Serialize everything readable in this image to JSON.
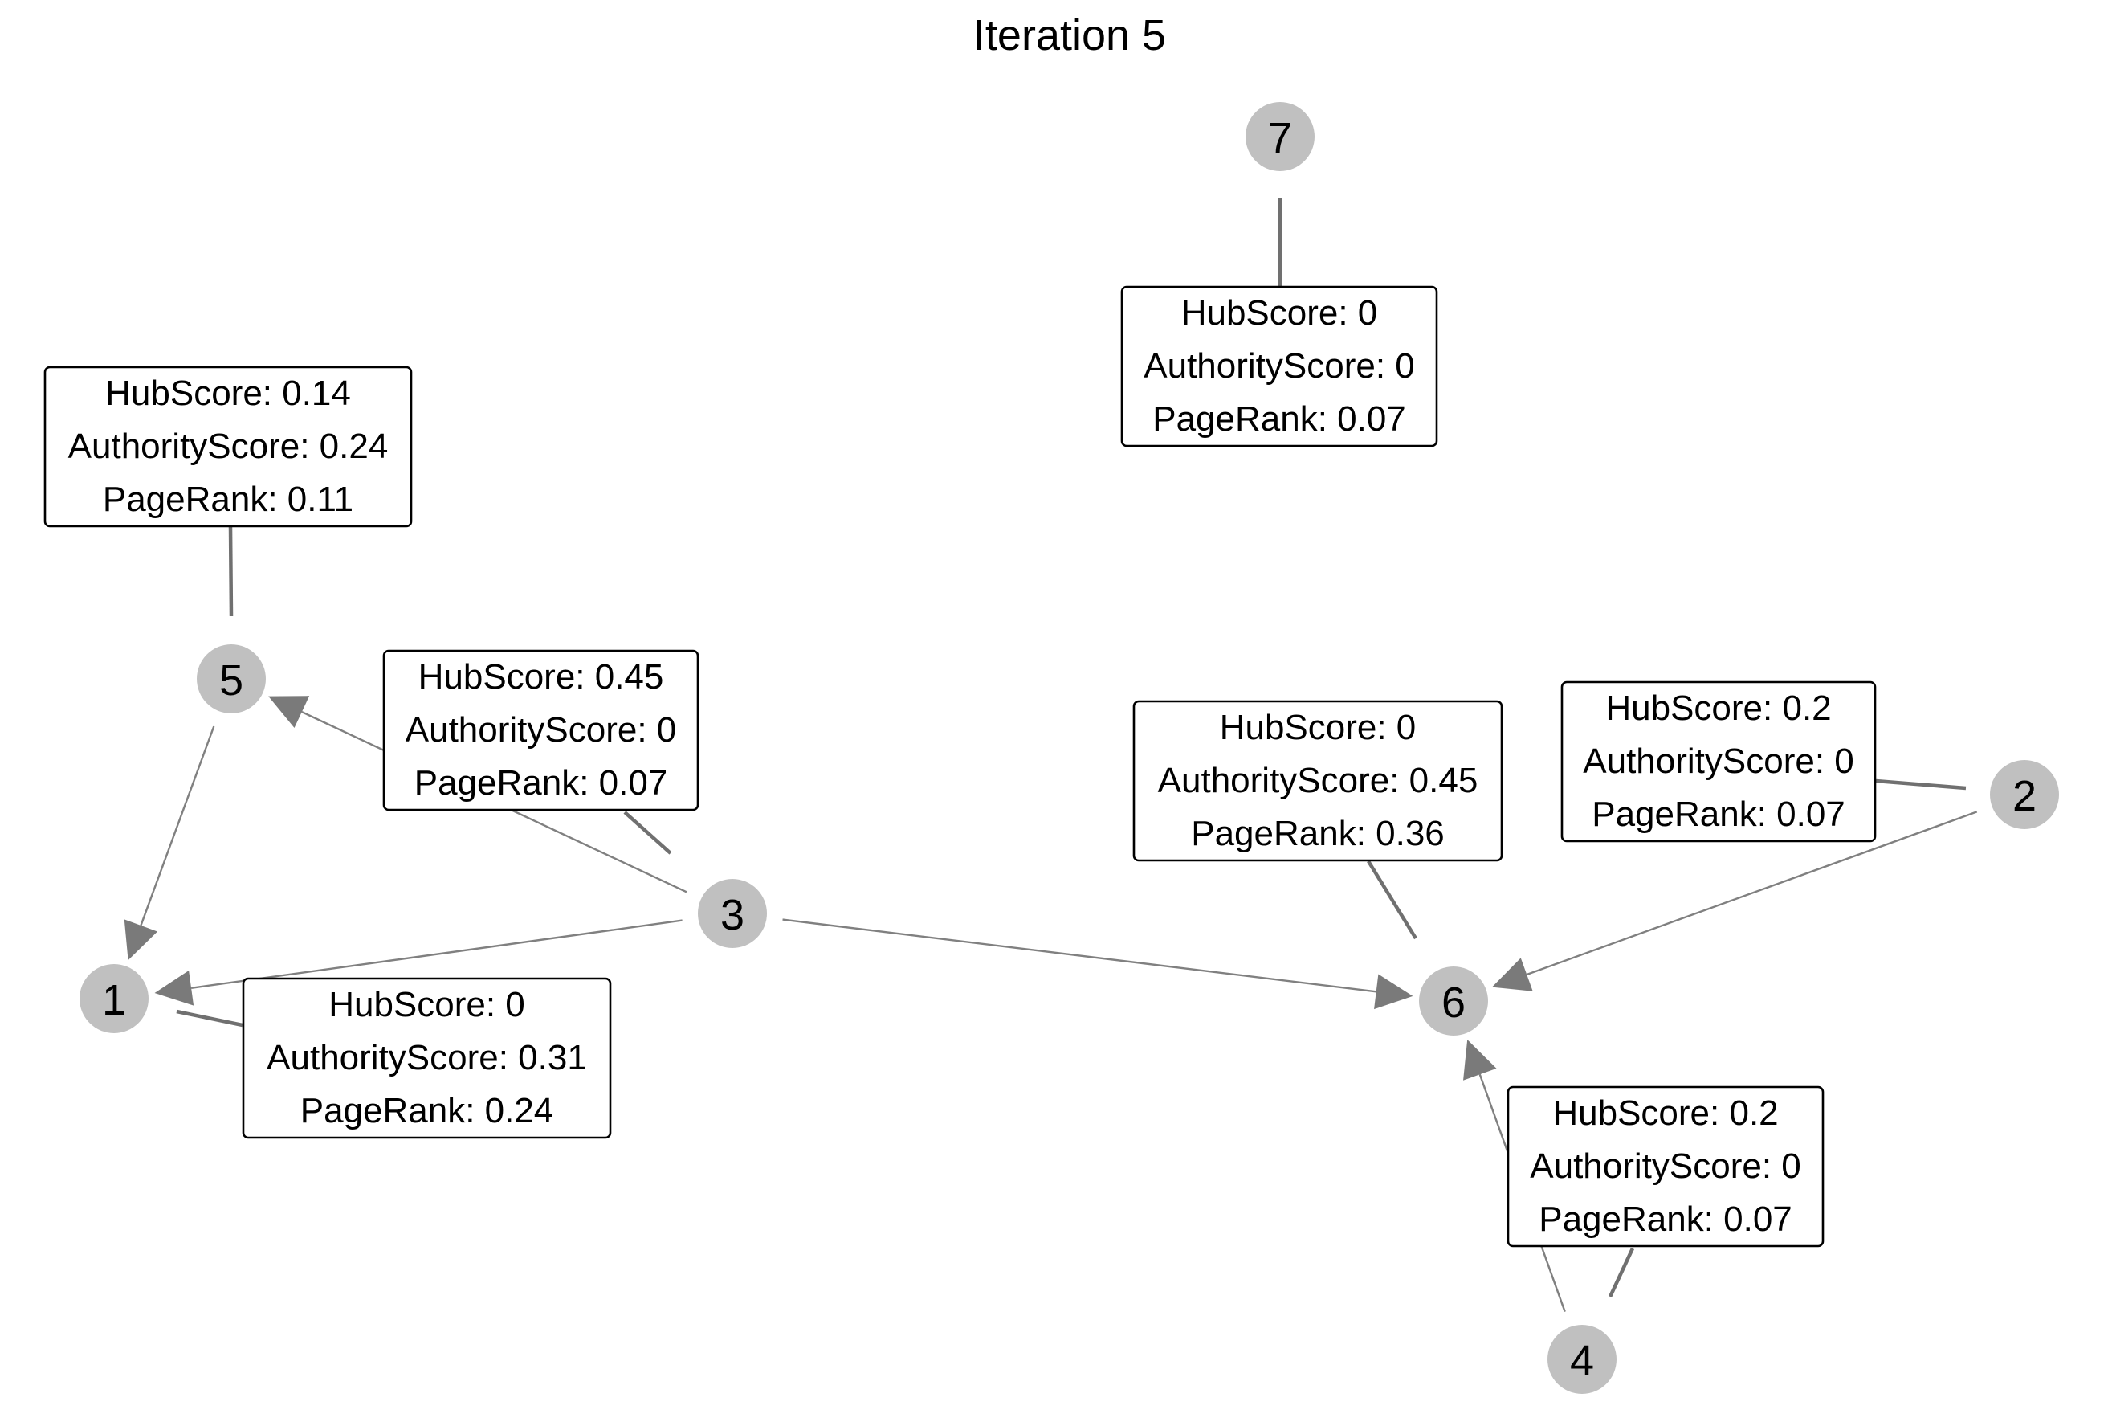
{
  "title": "Iteration 5",
  "nodes": [
    {
      "id": "1",
      "label": "1"
    },
    {
      "id": "2",
      "label": "2"
    },
    {
      "id": "3",
      "label": "3"
    },
    {
      "id": "4",
      "label": "4"
    },
    {
      "id": "5",
      "label": "5"
    },
    {
      "id": "6",
      "label": "6"
    },
    {
      "id": "7",
      "label": "7"
    }
  ],
  "edges": [
    {
      "from": "5",
      "to": "1"
    },
    {
      "from": "3",
      "to": "5"
    },
    {
      "from": "3",
      "to": "1"
    },
    {
      "from": "3",
      "to": "6"
    },
    {
      "from": "2",
      "to": "6"
    },
    {
      "from": "4",
      "to": "6"
    }
  ],
  "scores": {
    "1": {
      "hub": "HubScore: 0",
      "authority": "AuthorityScore: 0.31",
      "pagerank": "PageRank: 0.24"
    },
    "2": {
      "hub": "HubScore: 0.2",
      "authority": "AuthorityScore: 0",
      "pagerank": "PageRank: 0.07"
    },
    "3": {
      "hub": "HubScore: 0.45",
      "authority": "AuthorityScore: 0",
      "pagerank": "PageRank: 0.07"
    },
    "4": {
      "hub": "HubScore: 0.2",
      "authority": "AuthorityScore: 0",
      "pagerank": "PageRank: 0.07"
    },
    "5": {
      "hub": "HubScore: 0.14",
      "authority": "AuthorityScore: 0.24",
      "pagerank": "PageRank: 0.11"
    },
    "6": {
      "hub": "HubScore: 0",
      "authority": "AuthorityScore: 0.45",
      "pagerank": "PageRank: 0.36"
    },
    "7": {
      "hub": "HubScore: 0",
      "authority": "AuthorityScore: 0",
      "pagerank": "PageRank: 0.07"
    }
  },
  "colors": {
    "node": "#c0c0c0",
    "edge": "#808080",
    "text": "#000000"
  }
}
